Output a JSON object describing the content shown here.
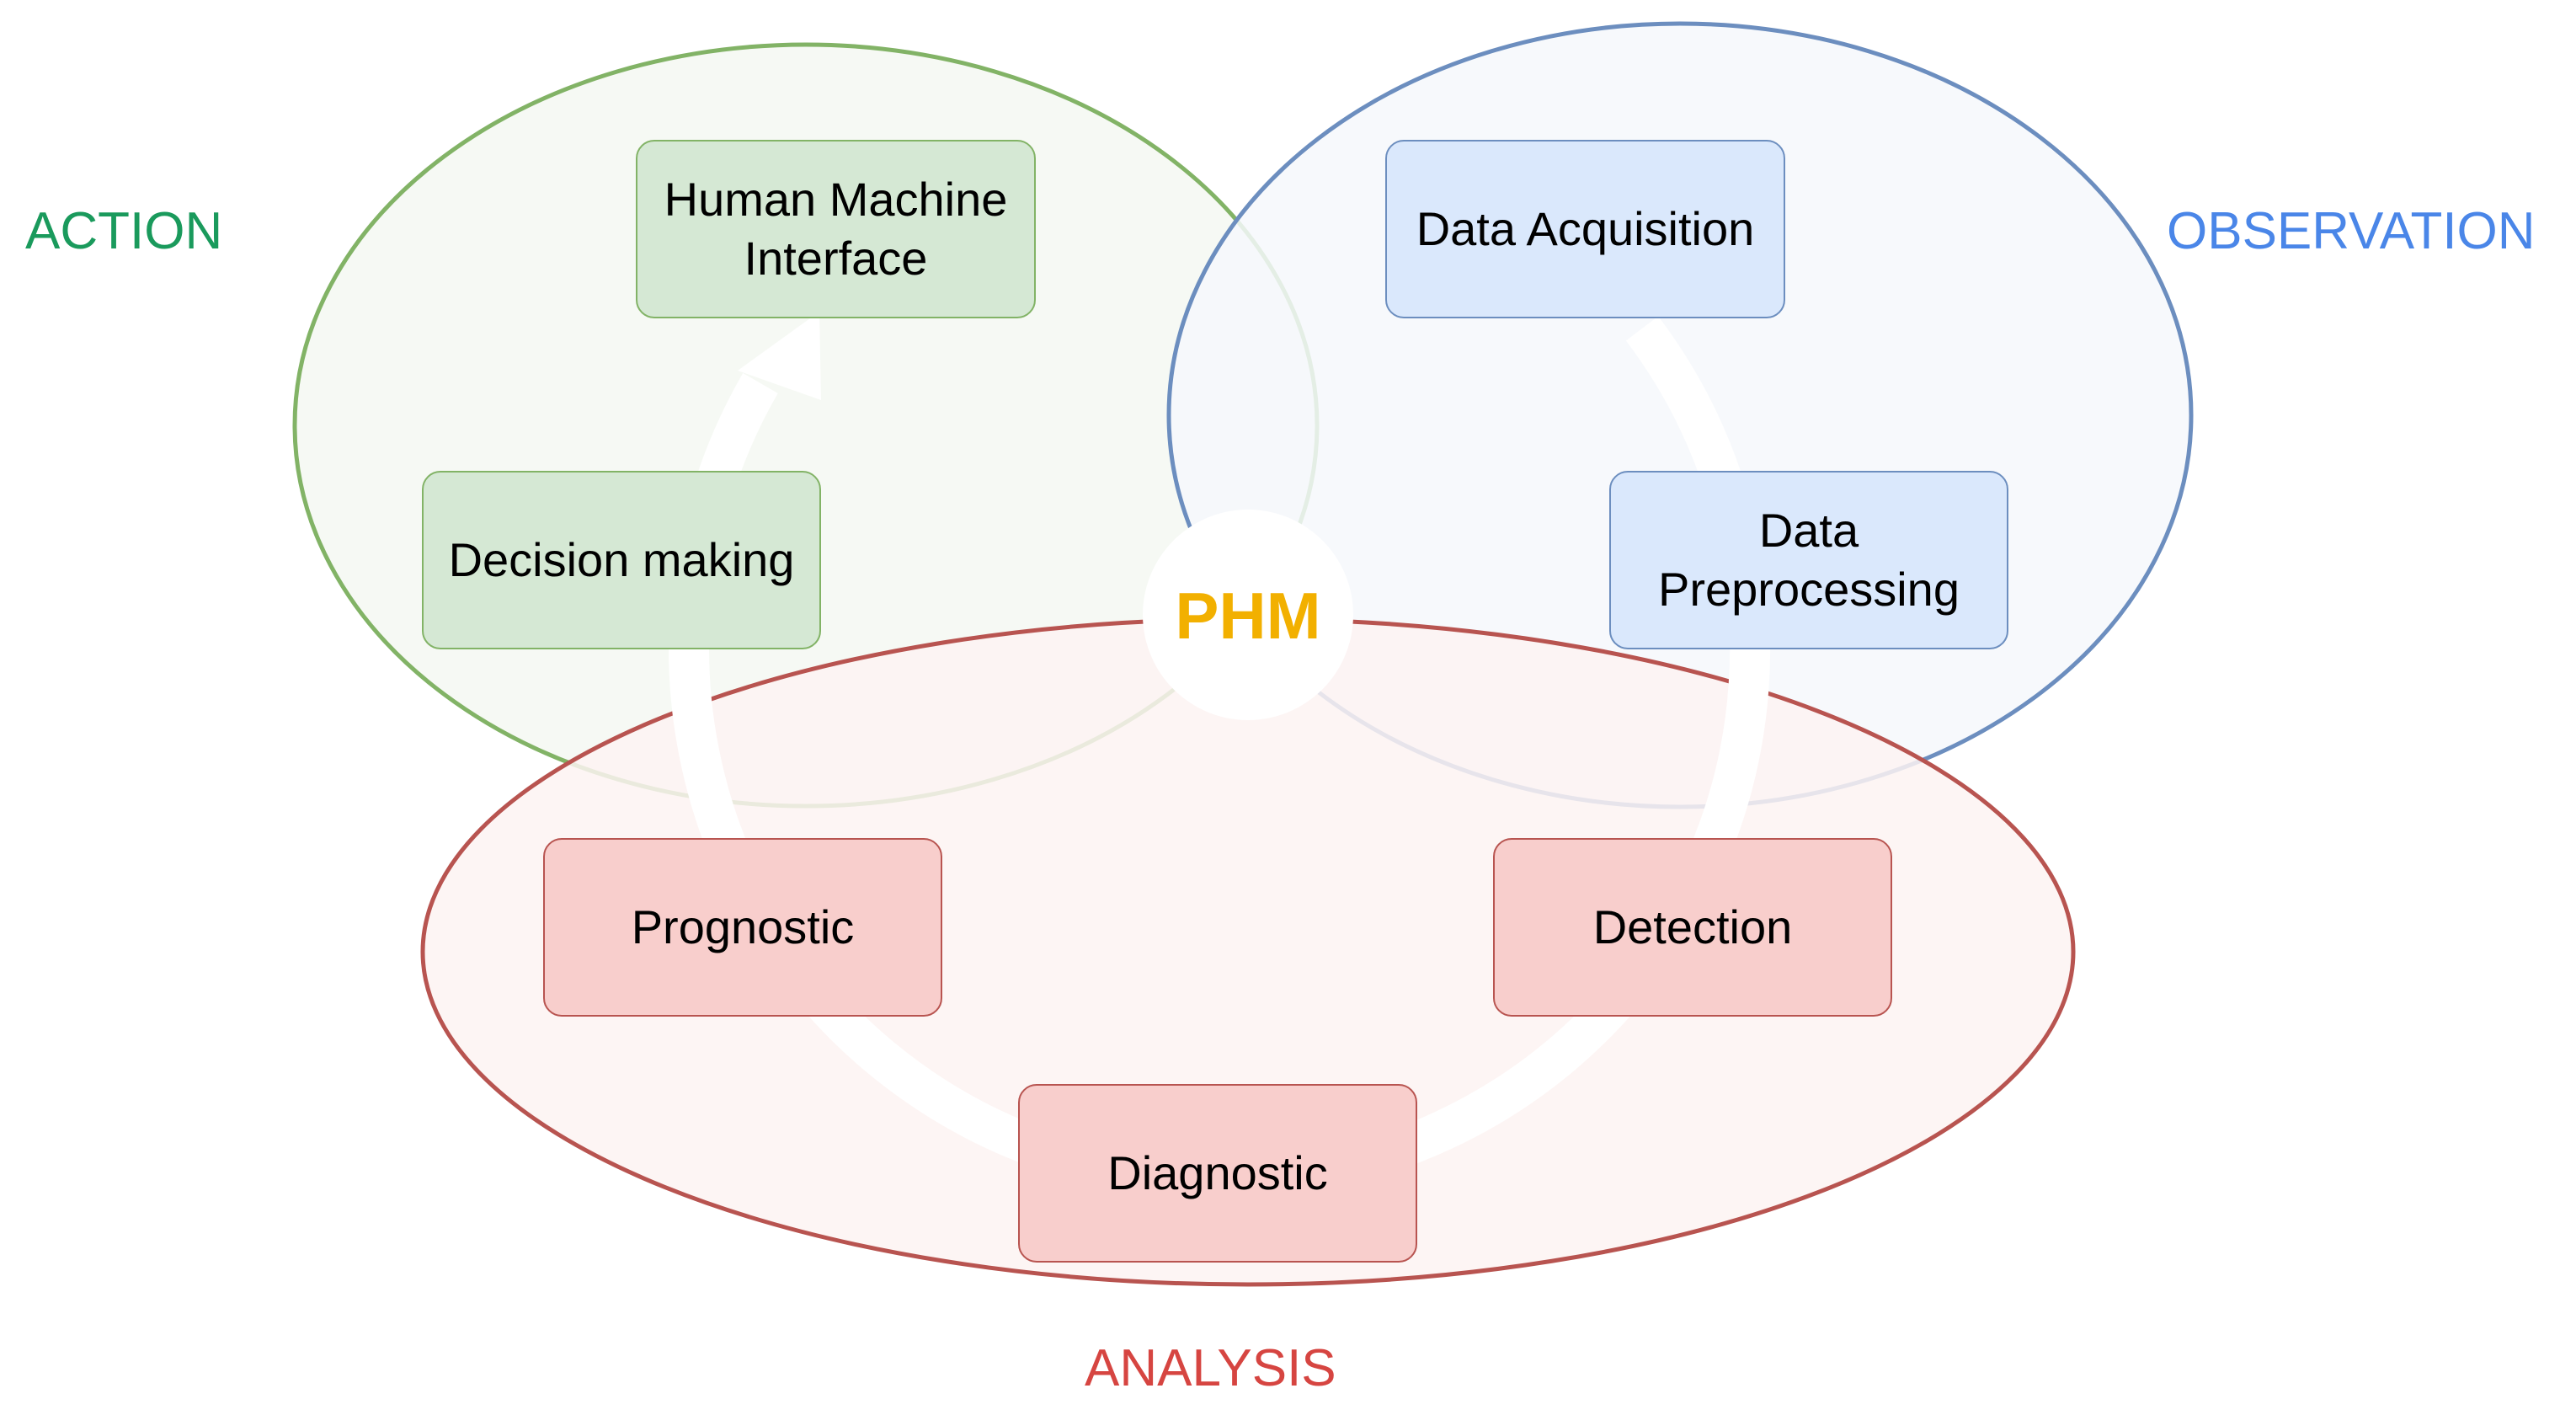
{
  "groups": {
    "action": {
      "label": "ACTION",
      "color": "#1a9a5c",
      "stroke": "#82b366",
      "fill": "#f4f8f2"
    },
    "observation": {
      "label": "OBSERVATION",
      "color": "#4a86e8",
      "stroke": "#6c8ebf",
      "fill": "#f6f8fc"
    },
    "analysis": {
      "label": "ANALYSIS",
      "color": "#d64541",
      "stroke": "#b85450",
      "fill": "#fdf3f2"
    }
  },
  "center": {
    "label": "PHM",
    "color": "#f2b000"
  },
  "nodes": {
    "hmi": {
      "label": "Human Machine\nInterface",
      "fill": "#d5e8d4",
      "stroke": "#82b366"
    },
    "decision": {
      "label": "Decision making",
      "fill": "#d5e8d4",
      "stroke": "#82b366"
    },
    "acquisition": {
      "label": "Data Acquisition",
      "fill": "#dae8fc",
      "stroke": "#6c8ebf"
    },
    "preprocessing": {
      "label": "Data\nPreprocessing",
      "fill": "#dae8fc",
      "stroke": "#6c8ebf"
    },
    "prognostic": {
      "label": "Prognostic",
      "fill": "#f8cecc",
      "stroke": "#b85450"
    },
    "detection": {
      "label": "Detection",
      "fill": "#f8cecc",
      "stroke": "#b85450"
    },
    "diagnostic": {
      "label": "Diagnostic",
      "fill": "#f8cecc",
      "stroke": "#b85450"
    }
  }
}
